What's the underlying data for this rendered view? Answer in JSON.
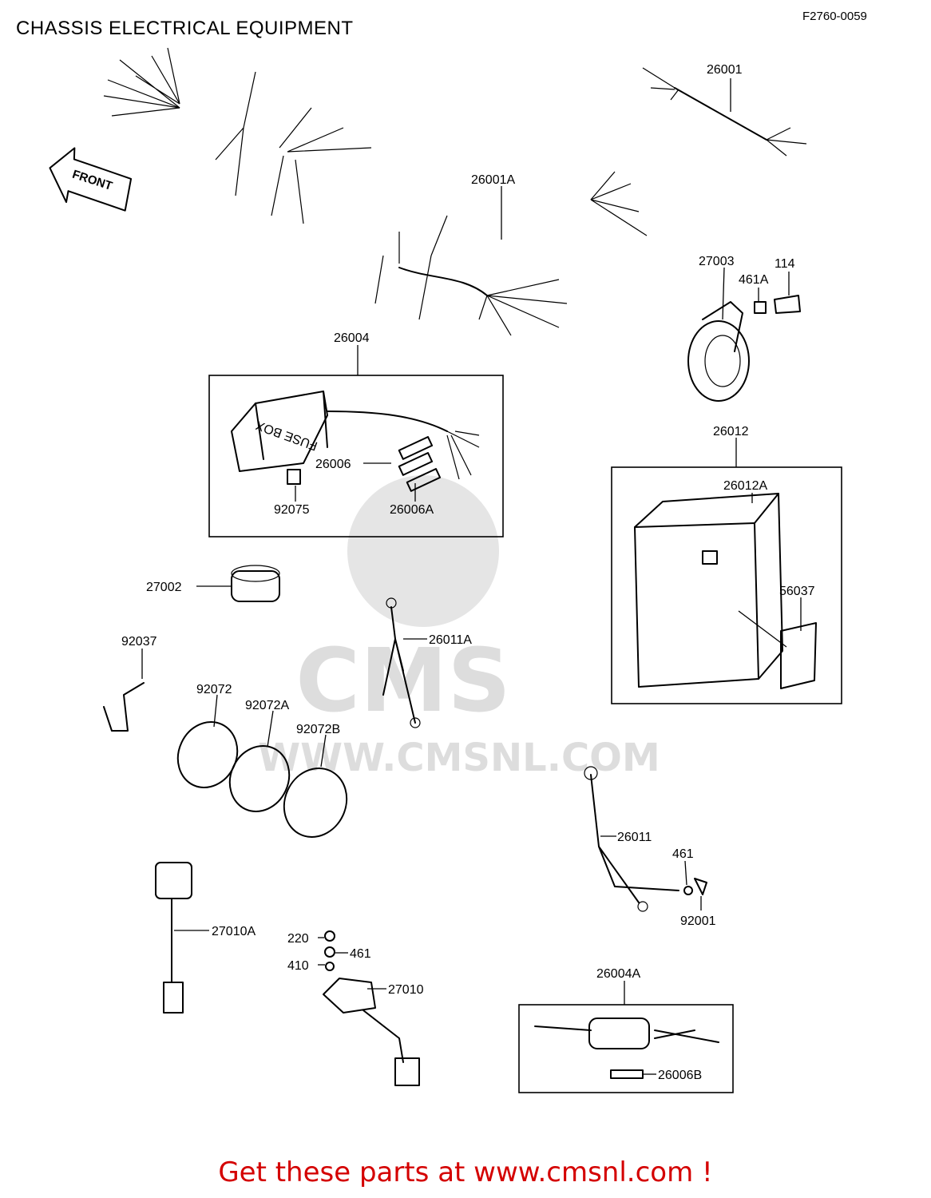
{
  "header": {
    "title": "CHASSIS ELECTRICAL EQUIPMENT",
    "ref_code": "F2760-0059"
  },
  "front_sign": "FRONT",
  "fuse_box_text": "FUSE BOX",
  "watermark": {
    "brand": "CMS",
    "url": "WWW.CMSNL.COM"
  },
  "parts": [
    {
      "id": "26001"
    },
    {
      "id": "26001A"
    },
    {
      "id": "27003"
    },
    {
      "id": "461A"
    },
    {
      "id": "114"
    },
    {
      "id": "26004"
    },
    {
      "id": "26006"
    },
    {
      "id": "92075"
    },
    {
      "id": "26006A"
    },
    {
      "id": "26012"
    },
    {
      "id": "26012A"
    },
    {
      "id": "56037"
    },
    {
      "id": "27002"
    },
    {
      "id": "26011A"
    },
    {
      "id": "92037"
    },
    {
      "id": "92072"
    },
    {
      "id": "92072A"
    },
    {
      "id": "92072B"
    },
    {
      "id": "26011"
    },
    {
      "id": "461"
    },
    {
      "id": "92001"
    },
    {
      "id": "27010A"
    },
    {
      "id": "220"
    },
    {
      "id": "461"
    },
    {
      "id": "410"
    },
    {
      "id": "27010"
    },
    {
      "id": "26004A"
    },
    {
      "id": "26006B"
    }
  ],
  "footer": {
    "text": "Get these parts at www.cmsnl.com !"
  },
  "colors": {
    "footer_text": "#d40000",
    "line_art": "#000000",
    "watermark": "#c8c8c8"
  }
}
